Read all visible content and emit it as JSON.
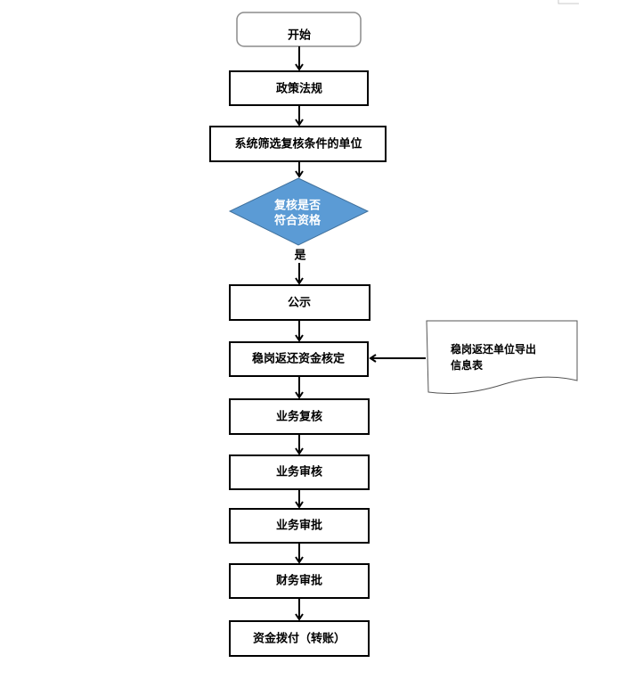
{
  "diagram": {
    "start": "开始",
    "policy": "政策法规",
    "filter": "系统筛选复核条件的单位",
    "decision": [
      "复核是否",
      "符合资格"
    ],
    "yes_label": "是",
    "publicize": "公示",
    "fund_verify": "稳岗返还资金核定",
    "export_document": [
      "稳岗返还单位导出",
      "信息表"
    ],
    "business_recheck": "业务复核",
    "business_review": "业务审核",
    "business_approve": "业务审批",
    "finance_approve": "财务审批",
    "disburse": "资金拨付（转账）"
  },
  "colors": {
    "decision_fill": "#5b9bd5",
    "decision_stroke": "#41719c",
    "decision_text": "#ffffff",
    "box_stroke": "#000000",
    "start_stroke": "#8c8c8c"
  }
}
